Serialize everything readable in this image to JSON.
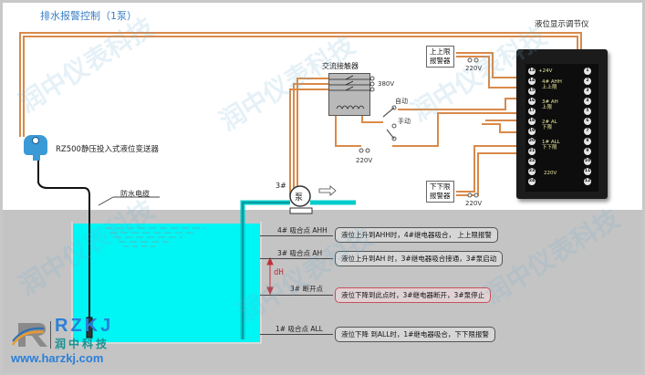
{
  "title": "排水报警控制（1泵）",
  "controller": {
    "label": "液位显示调节仪",
    "left_terminals": [
      {
        "num": "13",
        "label": "+24V"
      },
      {
        "num": "14",
        "label": ""
      },
      {
        "num": "15",
        "label": ""
      },
      {
        "num": "16",
        "label": ""
      },
      {
        "num": "17",
        "label": ""
      },
      {
        "num": "18",
        "label": ""
      },
      {
        "num": "19",
        "label": ""
      },
      {
        "num": "20",
        "label": ""
      },
      {
        "num": "21",
        "label": ""
      },
      {
        "num": "22",
        "label": ""
      },
      {
        "num": "23",
        "label": ""
      },
      {
        "num": "24",
        "label": ""
      }
    ],
    "right_terminals": [
      "1",
      "2",
      "3",
      "4",
      "5",
      "6",
      "7",
      "8",
      "9",
      "10",
      "11",
      "12"
    ],
    "relay_labels": [
      {
        "line1": "4# AHH",
        "line2": "上上限"
      },
      {
        "line1": "3# AH",
        "line2": "上限"
      },
      {
        "line1": "2# AL",
        "line2": "下限"
      },
      {
        "line1": "1# ALL",
        "line2": "下下限"
      }
    ],
    "power_label": "220V"
  },
  "alarms": {
    "upper": {
      "line1": "上上限",
      "line2": "报警器",
      "voltage": "220V"
    },
    "lower": {
      "line1": "下下限",
      "line2": "报警器",
      "voltage": "220V"
    }
  },
  "contactor": {
    "label": "交流接触器",
    "voltage": "380V",
    "coil_voltage": "220V"
  },
  "switch": {
    "auto": "自动",
    "manual": "手动"
  },
  "transmitter": {
    "label": "RZ500静压投入式液位变送器"
  },
  "cable": {
    "label": "防水电缆"
  },
  "pump": {
    "id": "3#",
    "label": "泵"
  },
  "levels": [
    {
      "name": "4# 吸合点 AHH",
      "desc": "液位上升到AHH时，4#继电器吸合，  上上限报警",
      "alert": false
    },
    {
      "name": "3# 吸合点 AH",
      "desc": "液位上升到AH 时，3#继电器吸合接通，3#泵启动",
      "alert": false
    },
    {
      "name": "3# 断开点",
      "desc": "液位下降到此点时，3#继电器断开，3#泵停止",
      "alert": true
    },
    {
      "name": "1# 吸合点 ALL",
      "desc": "液位下降 到ALL时，1#继电器吸合，下下限报警",
      "alert": false
    }
  ],
  "dh_label": "dH",
  "logo": {
    "brand": "RZKJ",
    "name": "润中科技",
    "url": "www.harzkj.com"
  },
  "watermark": "润中仪表科技",
  "colors": {
    "wire": "#d98a4a",
    "water": "#00f5f5",
    "ground": "#c4c4c4",
    "title": "#3a7fc4",
    "alert_border": "#c8505a"
  }
}
